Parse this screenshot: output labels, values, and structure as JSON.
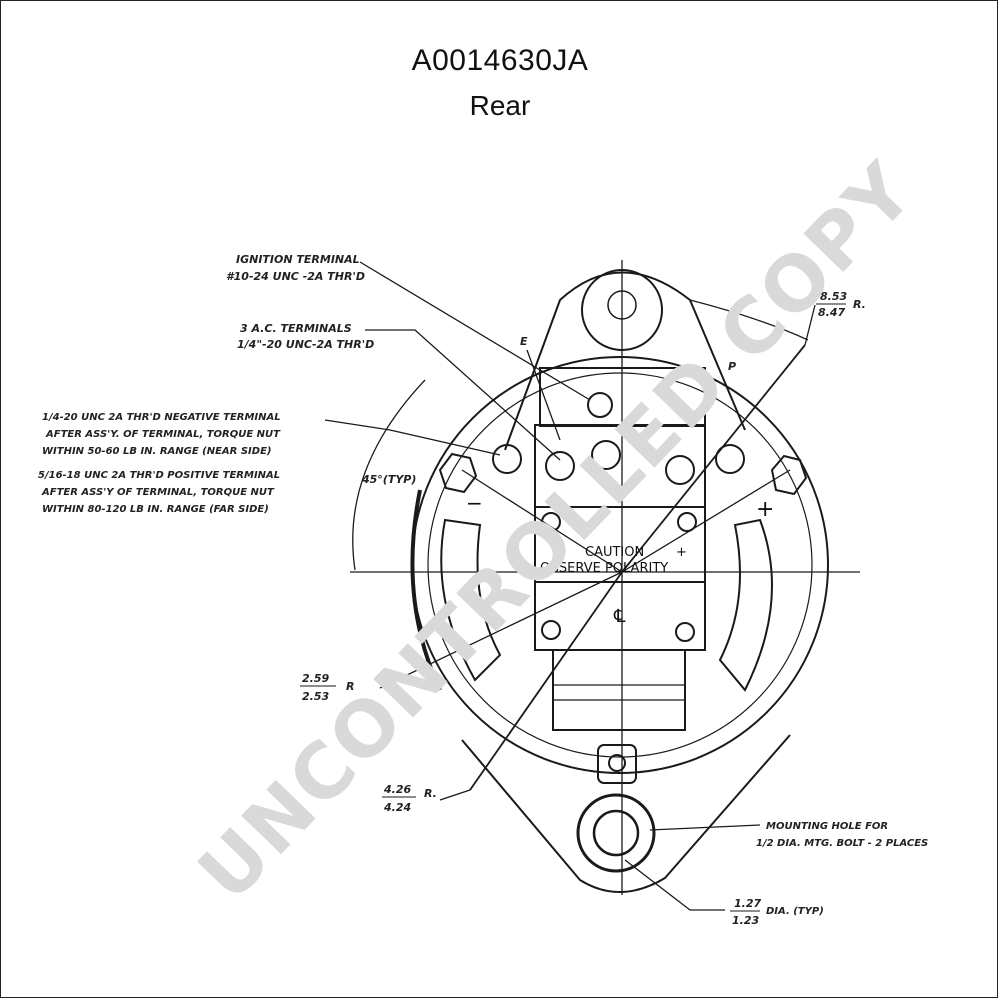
{
  "header": {
    "part_number": "A0014630JA",
    "view": "Rear"
  },
  "watermark": "UNCONTROLLED COPY",
  "annotations": {
    "ignition_terminal_line1": "IGNITION TERMINAL",
    "ignition_terminal_line2": "#10-24 UNC -2A THR'D",
    "ac_terminals_line1": "3 A.C. TERMINALS",
    "ac_terminals_line2": "1/4\"-20 UNC-2A THR'D",
    "negative_line1": "1/4-20 UNC 2A THR'D NEGATIVE TERMINAL",
    "negative_line2": "AFTER ASS'Y. OF TERMINAL, TORQUE NUT",
    "negative_line3": "WITHIN 50-60 LB IN. RANGE (NEAR SIDE)",
    "positive_line1": "5/16-18 UNC 2A THR'D POSITIVE TERMINAL",
    "positive_line2": "AFTER ASS'Y OF TERMINAL, TORQUE NUT",
    "positive_line3": "WITHIN 80-120 LB IN. RANGE (FAR SIDE)",
    "angle_typ": "45°(TYP)",
    "caution": "CAUTION",
    "observe_polarity": "OBSERVE POLARITY",
    "dim_r_top_num": "8.53",
    "dim_r_top_den": "8.47",
    "dim_r_top_unit": "R.",
    "dim_259_num": "2.59",
    "dim_259_den": "2.53",
    "dim_259_unit": "R",
    "dim_424_num": "4.26",
    "dim_424_den": "4.24",
    "dim_424_unit": "R.",
    "mounting_line1": "MOUNTING HOLE FOR",
    "mounting_line2": "1/2 DIA. MTG. BOLT - 2 PLACES",
    "dim_127_num": "1.27",
    "dim_127_den": "1.23",
    "dim_127_unit": "DIA. (TYP)",
    "label_e": "E",
    "label_p": "P",
    "sign_minus": "−",
    "sign_plus": "+",
    "centerline": "℄"
  }
}
